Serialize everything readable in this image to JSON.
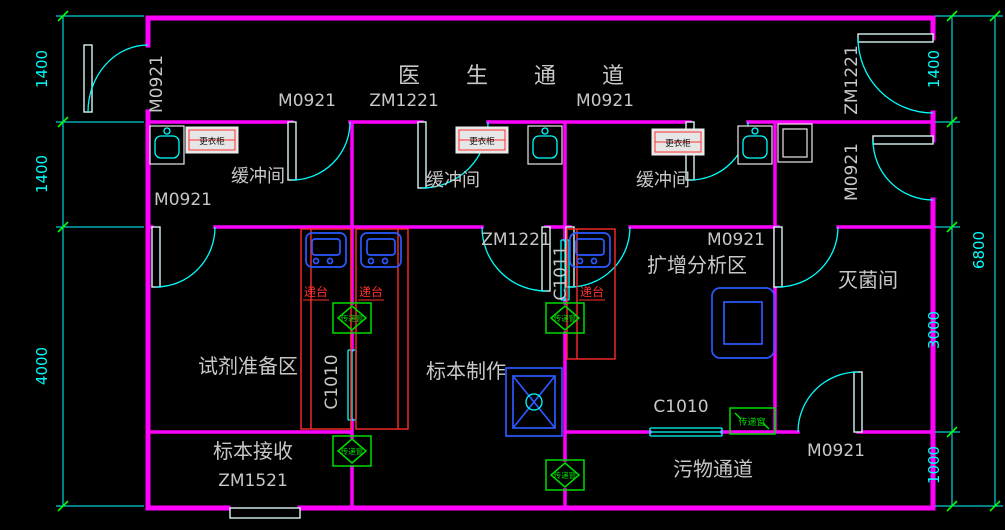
{
  "drawing": {
    "rooms": {
      "doctor_corridor": "医生通道",
      "buffer": "缓冲间",
      "reagent_prep": "试剂准备区",
      "specimen_prep": "标本制作",
      "amplification": "扩增分析区",
      "sterilization": "灭菌间",
      "specimen_receiving": "标本接收",
      "waste_corridor": "污物通道"
    },
    "door_window_codes": {
      "exterior_left_door": "M0921",
      "buffer1_corridor_door": "M0921",
      "buffer2_corridor_door": "ZM1221",
      "buffer3_corridor_door": "M0921",
      "exterior_right_door": "ZM1221",
      "sterilization_outer_door": "M0921",
      "reagent_door": "M0921",
      "specimen_door": "ZM1221",
      "amplification_door": "M0921",
      "reagent_window": "C1010",
      "specimen_window": "C1011",
      "waste_window": "C1010",
      "waste_door": "M0921",
      "receiving_outer_door": "ZM1521"
    },
    "fixtures": {
      "pass_window": "传递窗",
      "wardrobe": "更衣柜",
      "hand_table": "递台"
    },
    "dimensions": {
      "left": [
        "1400",
        "1400",
        "4000"
      ],
      "right": [
        "1400",
        "3000",
        "1000"
      ],
      "overall": "6800"
    },
    "colors": {
      "background": "#000000",
      "wall": "#FF00FF",
      "annotation": "#00FFFF",
      "label_text": "#C8C8C8",
      "bench": "#FF2A2A",
      "equipment": "#2B59FF",
      "pass_window": "#00DD00"
    }
  }
}
